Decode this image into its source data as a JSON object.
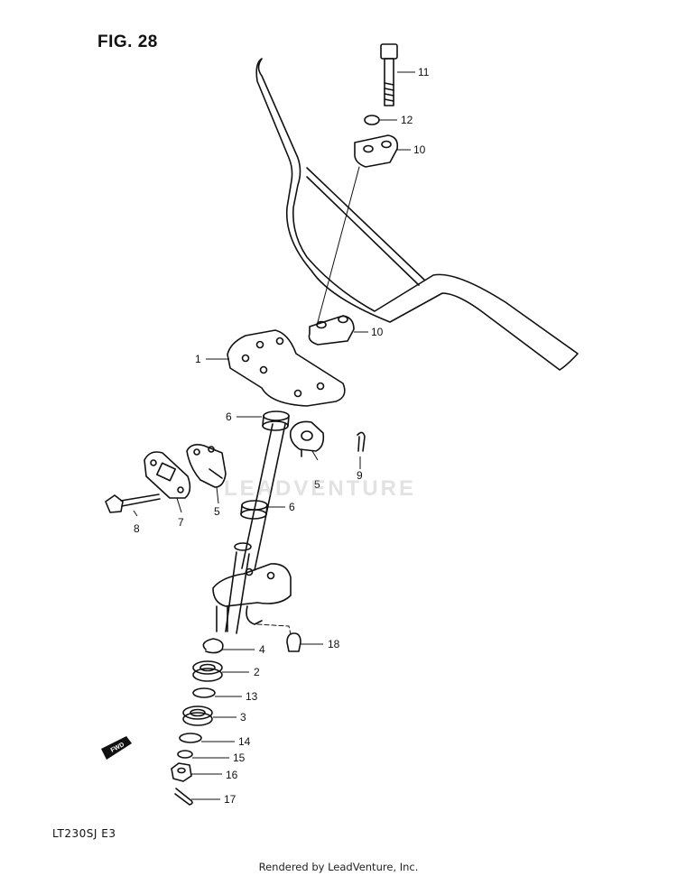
{
  "figure": {
    "title": "FIG. 28",
    "model_code": "LT230SJ E3"
  },
  "watermark": "LEADVENTURE",
  "footer": "Rendered by LeadVenture, Inc.",
  "fwd_badge": "FWD",
  "parts": [
    {
      "id": "p11",
      "label": "11"
    },
    {
      "id": "p12",
      "label": "12"
    },
    {
      "id": "p10a",
      "label": "10"
    },
    {
      "id": "p10b",
      "label": "10"
    },
    {
      "id": "p1",
      "label": "1"
    },
    {
      "id": "p6a",
      "label": "6"
    },
    {
      "id": "p5a",
      "label": "5"
    },
    {
      "id": "p9",
      "label": "9"
    },
    {
      "id": "p7",
      "label": "7"
    },
    {
      "id": "p5b",
      "label": "5"
    },
    {
      "id": "p8",
      "label": "8"
    },
    {
      "id": "p6b",
      "label": "6"
    },
    {
      "id": "p4",
      "label": "4"
    },
    {
      "id": "p18",
      "label": "18"
    },
    {
      "id": "p2",
      "label": "2"
    },
    {
      "id": "p13",
      "label": "13"
    },
    {
      "id": "p3",
      "label": "3"
    },
    {
      "id": "p14",
      "label": "14"
    },
    {
      "id": "p15",
      "label": "15"
    },
    {
      "id": "p16",
      "label": "16"
    },
    {
      "id": "p17",
      "label": "17"
    }
  ]
}
